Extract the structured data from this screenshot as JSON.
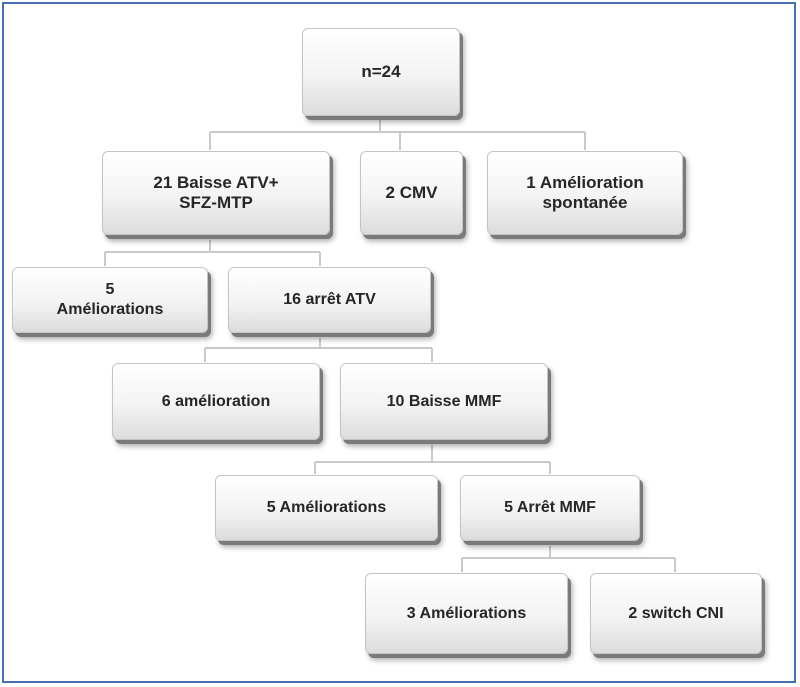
{
  "diagram": {
    "nodes": {
      "root": "n=24",
      "baisse_atv": "21 Baisse ATV+\nSFZ-MTP",
      "cmv": "2 CMV",
      "amelioration_spontanee": "1 Amélioration\nspontanée",
      "ameliorations_5a": "5\nAméliorations",
      "arret_atv": "16 arrêt ATV",
      "amelioration_6": "6 amélioration",
      "baisse_mmf": "10 Baisse MMF",
      "ameliorations_5b": "5 Améliorations",
      "arret_mmf": "5 Arrêt MMF",
      "ameliorations_3": "3 Améliorations",
      "switch_cni": "2 switch CNI"
    },
    "colors": {
      "frame_border": "#4a6fb0",
      "connector": "#c9c9c9",
      "text": "#262626"
    }
  }
}
